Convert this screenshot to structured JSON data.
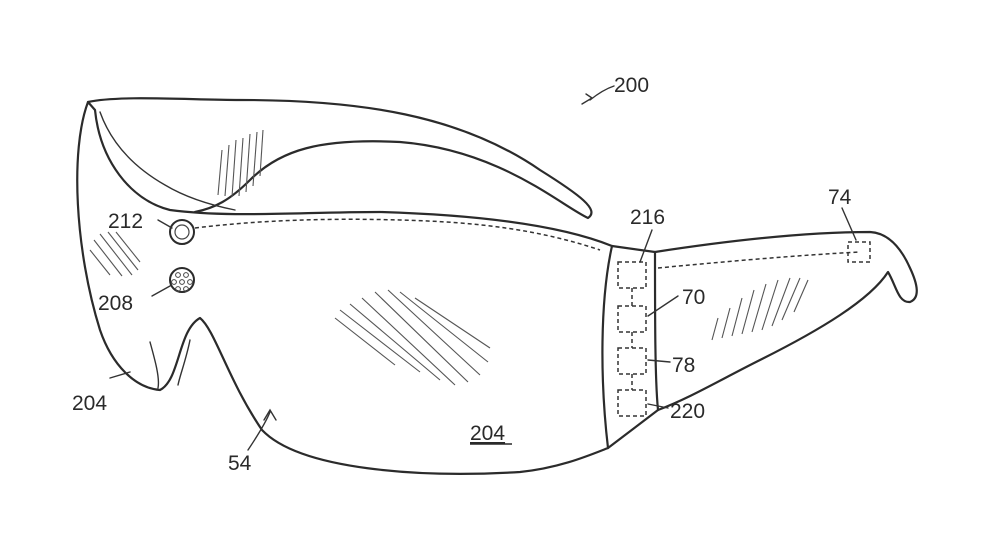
{
  "labels": {
    "fig": "200",
    "cam": "212",
    "mic": "208",
    "nose_pad": "204",
    "lens_ref": "204",
    "frame": "54",
    "box_top": "216",
    "box_70": "70",
    "box_78": "78",
    "box_220": "220",
    "temple_74": "74"
  }
}
